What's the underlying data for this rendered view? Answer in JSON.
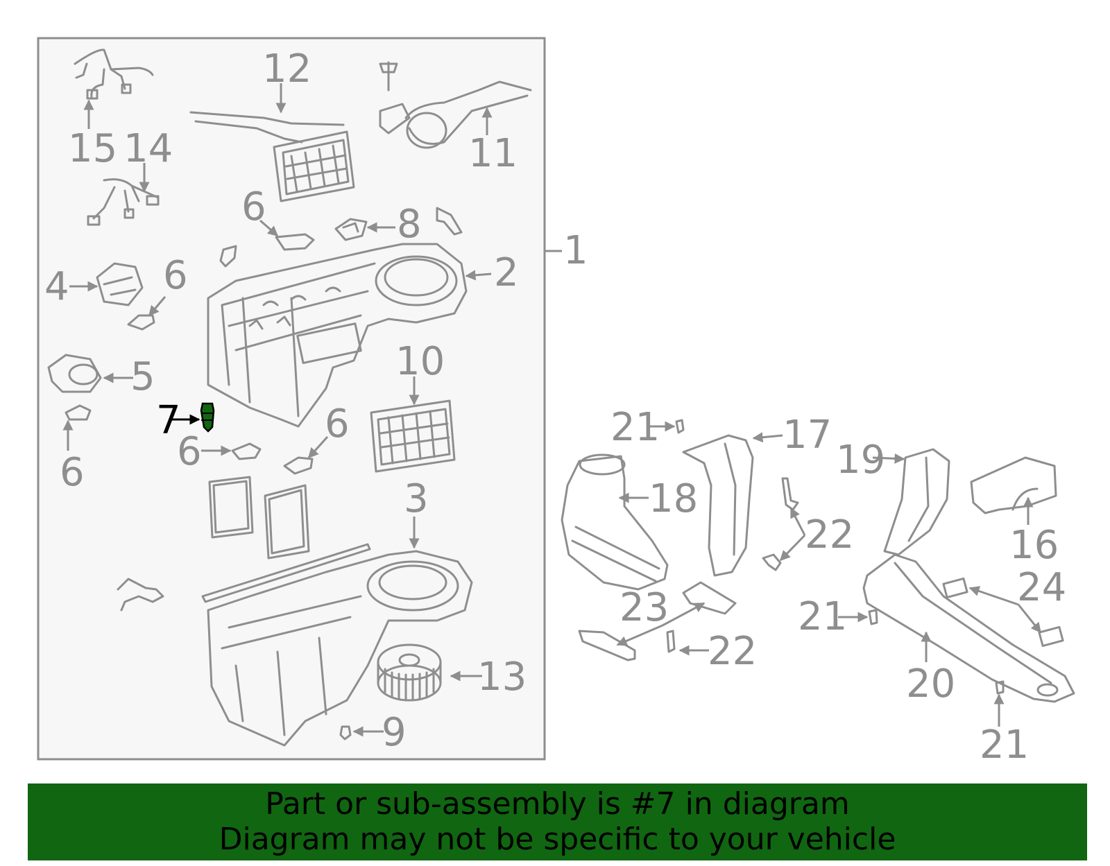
{
  "banner": {
    "line1": "Part or sub-assembly is #7 in diagram",
    "line2": "Diagram may not be specific to your vehicle"
  },
  "callouts": {
    "c1": "1",
    "c2": "2",
    "c3": "3",
    "c4": "4",
    "c5": "5",
    "c6a": "6",
    "c6b": "6",
    "c6c": "6",
    "c6d": "6",
    "c6e": "6",
    "c7": "7",
    "c8": "8",
    "c9": "9",
    "c10": "10",
    "c11": "11",
    "c12": "12",
    "c13": "13",
    "c14": "14",
    "c15": "15",
    "c16": "16",
    "c17": "17",
    "c18": "18",
    "c19": "19",
    "c20": "20",
    "c21a": "21",
    "c21b": "21",
    "c21c": "21",
    "c22a": "22",
    "c22b": "22",
    "c23": "23",
    "c24": "24"
  },
  "highlight": {
    "part": "7",
    "color": "#116611"
  },
  "colors": {
    "line": "#8e8e8e",
    "panel": "#f7f7f7",
    "banner": "#116611"
  }
}
